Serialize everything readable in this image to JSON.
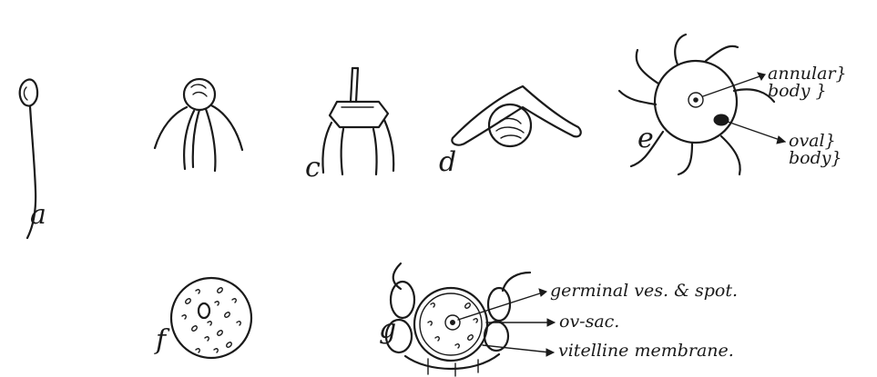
{
  "figure": {
    "panel_letters": [
      "a",
      "c",
      "d",
      "e",
      "f",
      "g"
    ],
    "annotations": {
      "annular_body": "annular} body }",
      "oval_body": "oval} body}",
      "germinal_ves": "germinal ves. & spot.",
      "ov_sac": "ov-sac.",
      "vitelline": "vitelline membrane."
    }
  }
}
